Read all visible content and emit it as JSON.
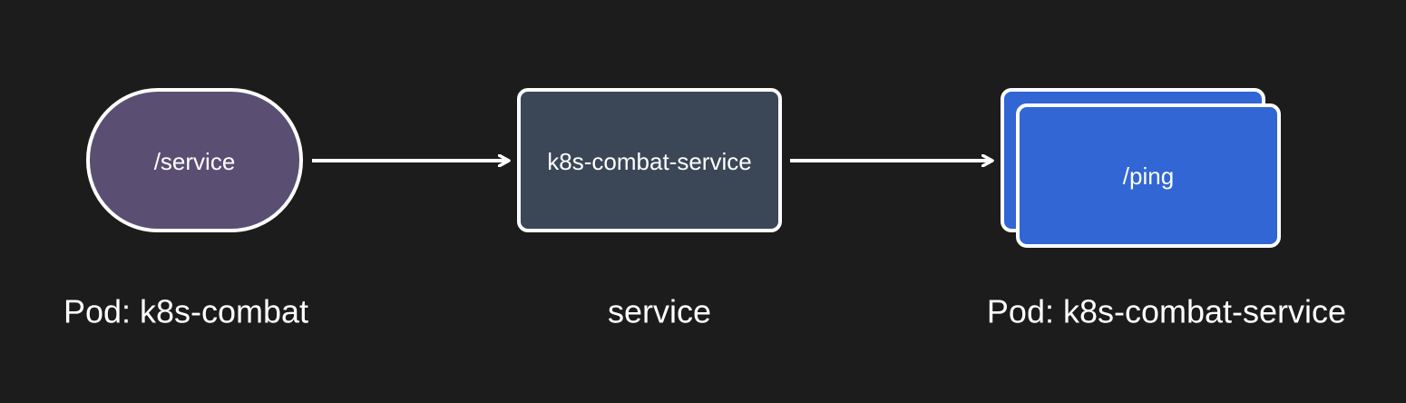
{
  "colors": {
    "background": "#1c1c1c",
    "stroke": "#ffffff",
    "ingress_fill": "#5a4f73",
    "service_fill": "#3b4757",
    "pod_fill": "#3166d4"
  },
  "nodes": {
    "ingress": {
      "label": "/service"
    },
    "service": {
      "label": "k8s-combat-service"
    },
    "pod": {
      "label": "/ping"
    }
  },
  "captions": {
    "left": "Pod: k8s-combat",
    "middle": "service",
    "right": "Pod: k8s-combat-service"
  }
}
